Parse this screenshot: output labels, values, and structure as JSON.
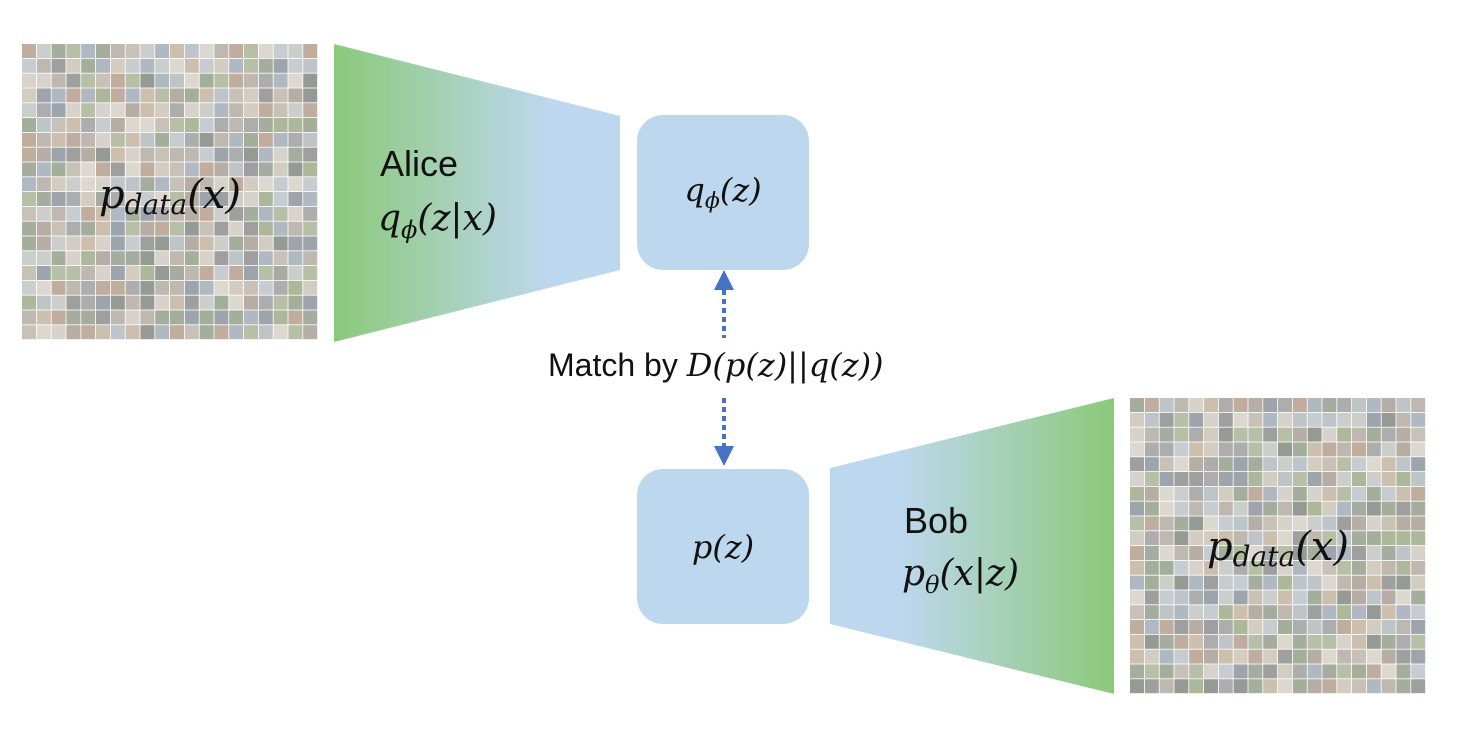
{
  "left_data": {
    "symbol": "p",
    "subscript": "data",
    "args": "(x)"
  },
  "right_data": {
    "symbol": "p",
    "subscript": "data",
    "args": "(x)"
  },
  "encoder": {
    "name": "Alice",
    "fn_symbol": "q",
    "fn_subscript": "ϕ",
    "fn_args": "(z|x)",
    "gradient": [
      "#8cc97a",
      "#bdd7ee"
    ]
  },
  "decoder": {
    "name": "Bob",
    "fn_symbol": "p",
    "fn_subscript": "θ",
    "fn_args": "(x|z)",
    "gradient": [
      "#bdd7ee",
      "#8cc97a"
    ]
  },
  "posterior_box": {
    "symbol": "q",
    "subscript": "ϕ",
    "args": "(z)"
  },
  "prior_box": {
    "symbol": "p",
    "args": "(z)"
  },
  "match": {
    "prefix": "Match by ",
    "formula": "D(p(z)||q(z))"
  },
  "colors": {
    "box": "#bdd7ee",
    "arrow": "#4472c4",
    "green": "#8cc97a"
  }
}
